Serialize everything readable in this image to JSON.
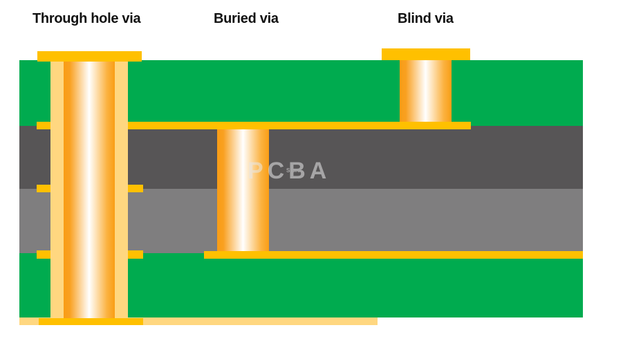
{
  "labels": {
    "through_hole_via": "Through hole via",
    "buried_via": "Buried via",
    "blind_via": "Blind via"
  },
  "watermark": {
    "main": "PCBA",
    "sub": "Store"
  },
  "colors": {
    "pcb_green": "#00ab4f",
    "core_dark_gray": "#575556",
    "core_light_gray": "#7f7e7f",
    "copper_gold": "#ffc000",
    "copper_light": "#ffd780",
    "via_orange": "#f99d15",
    "via_highlight": "#ffffff"
  },
  "layers": [
    "solder-mask-top",
    "core-dark",
    "core-light",
    "solder-mask-bottom"
  ]
}
